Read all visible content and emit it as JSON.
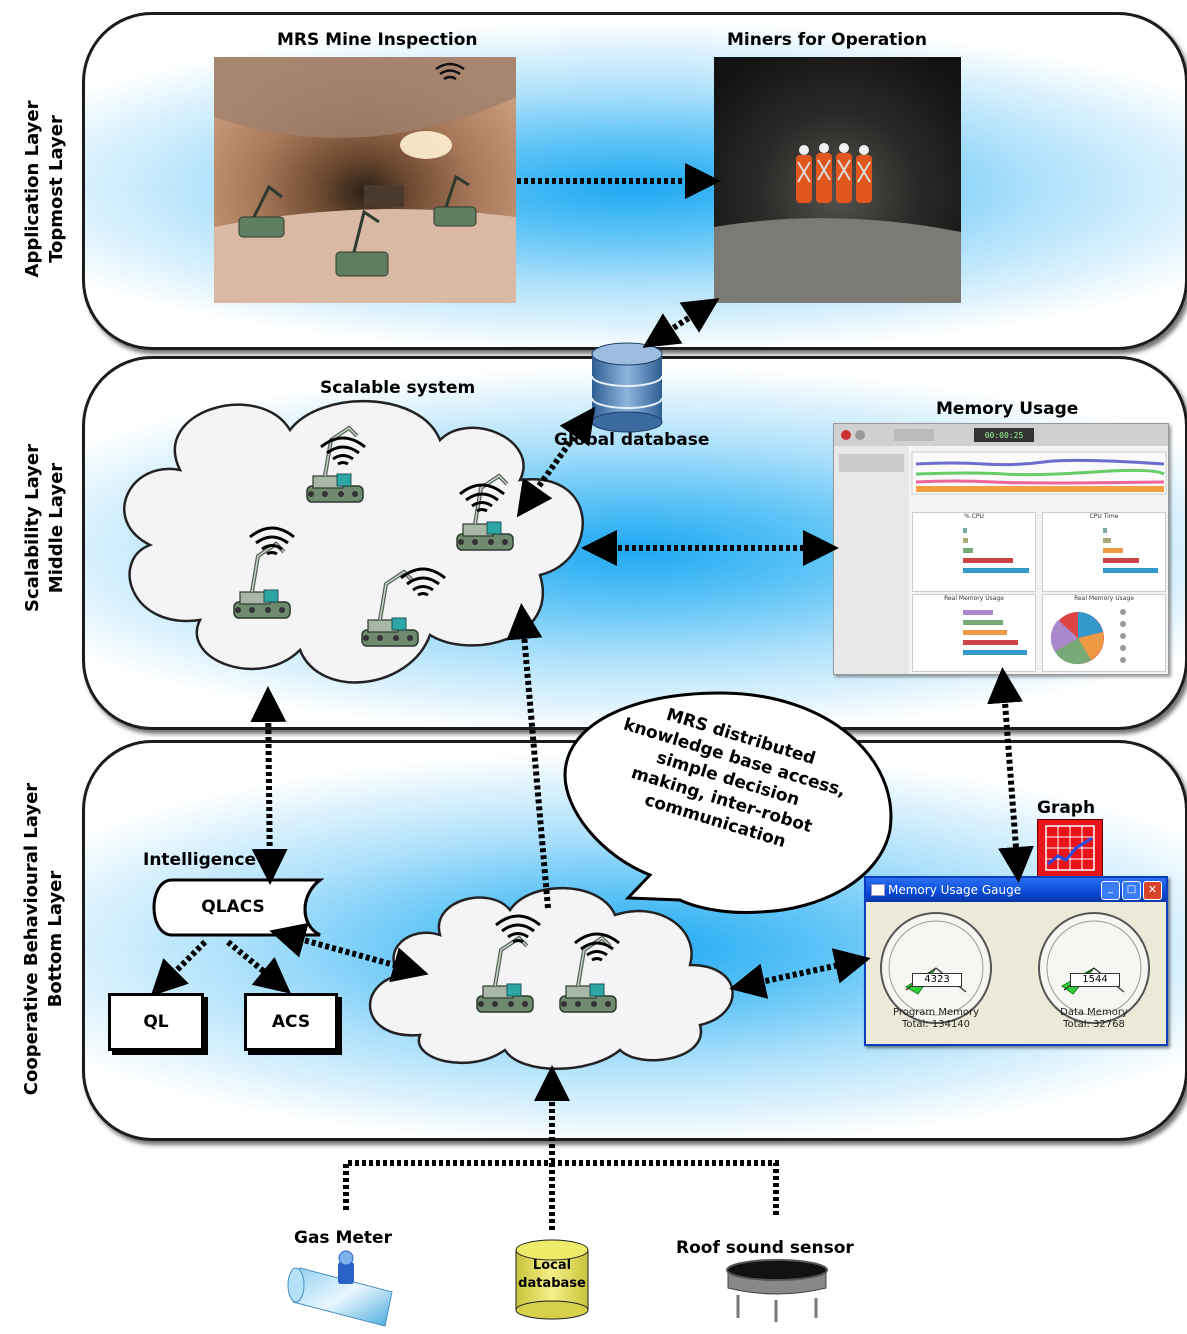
{
  "layers": {
    "application": {
      "line1": "Application Layer",
      "line2": "Topmost Layer"
    },
    "scalability": {
      "line1": "Scalability Layer",
      "line2": "Middle Layer"
    },
    "cooperative": {
      "line1": "Cooperative Behavioural Layer",
      "line2": "Bottom Layer"
    }
  },
  "captions": {
    "mrs_inspection": "MRS Mine Inspection",
    "miners": "Miners for Operation",
    "scalable_system": "Scalable system",
    "global_database": "Global database",
    "memory_usage": "Memory Usage",
    "graph": "Graph",
    "intelligence": "Intelligence",
    "gas_meter": "Gas Meter",
    "local_database_line1": "Local",
    "local_database_line2": "database",
    "roof_sensor": "Roof sound sensor"
  },
  "boxes": {
    "qlacs": "QLACS",
    "ql": "QL",
    "acs": "ACS"
  },
  "bubble": "MRS distributed\nknowledge base access,\nsimple decision\nmaking, inter-robot\ncommunication",
  "gauge_window": {
    "title": "Memory Usage Gauge",
    "gauge1": {
      "value": "4323",
      "label": "Program Memory",
      "total": "Total: 134140"
    },
    "gauge2": {
      "value": "1544",
      "label": "Data Memory",
      "total": "Total: 32768"
    }
  },
  "activity_monitor": {
    "panels": [
      "% CPU",
      "CPU Time",
      "Real Memory Usage",
      "Real Memory Usage"
    ]
  },
  "colors": {
    "layer_center": "#1fa8f2",
    "graph_red": "#e8141a",
    "local_db": "#e6e14a",
    "db_blue": "#4c7fb5"
  }
}
